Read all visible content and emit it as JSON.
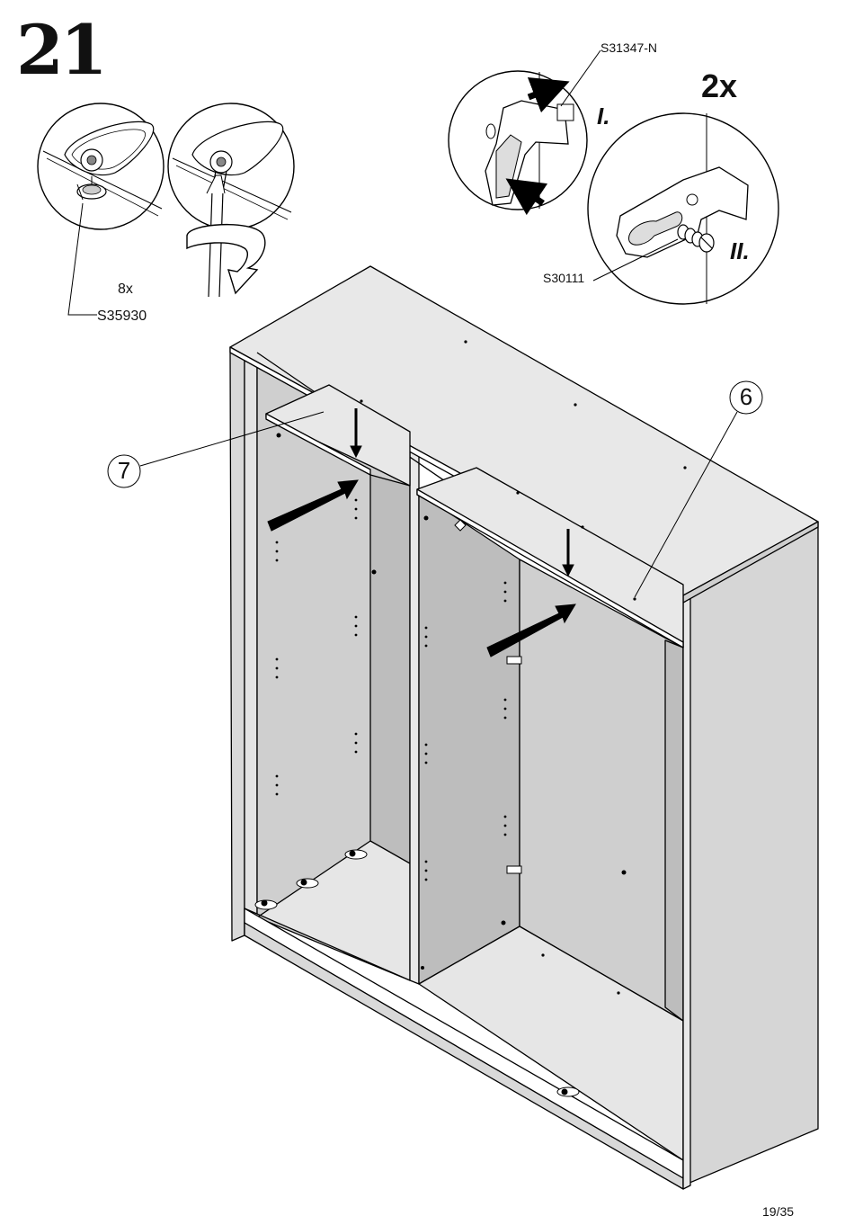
{
  "step": {
    "number": "21"
  },
  "detail_left": {
    "quantity": "8x",
    "part_code": "S35930"
  },
  "detail_right": {
    "quantity": "2x",
    "part_code_top": "S31347-N",
    "part_code_bottom": "S30111",
    "step_one": "I.",
    "step_two": "II."
  },
  "parts": {
    "label_7": "7",
    "label_6": "6"
  },
  "footer": {
    "page": "19/35"
  }
}
